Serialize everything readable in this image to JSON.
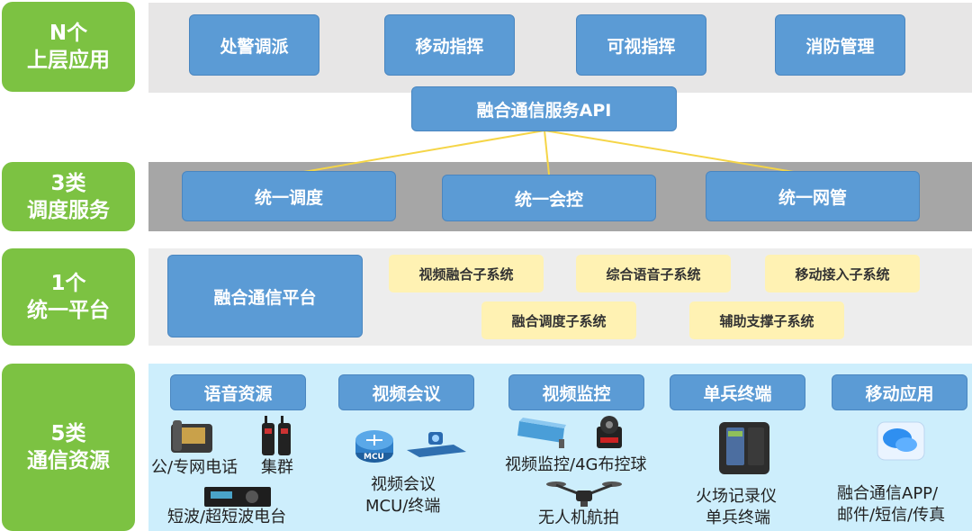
{
  "layers": [
    {
      "line1": "N个",
      "line2": "上层应用"
    },
    {
      "line1": "3类",
      "line2": "调度服务"
    },
    {
      "line1": "1个",
      "line2": "统一平台"
    },
    {
      "line1": "5类",
      "line2": "通信资源"
    }
  ],
  "apps": [
    "处警调派",
    "移动指挥",
    "可视指挥",
    "消防管理"
  ],
  "api": "融合通信服务API",
  "services": [
    "统一调度",
    "统一会控",
    "统一网管"
  ],
  "platform": {
    "main": "融合通信平台",
    "subsystems": [
      "视频融合子系统",
      "综合语音子系统",
      "移动接入子系统",
      "融合调度子系统",
      "辅助支撑子系统"
    ]
  },
  "resources": [
    {
      "title": "语音资源",
      "captions": [
        "公/专网电话",
        "集群",
        "短波/超短波电台"
      ]
    },
    {
      "title": "视频会议",
      "captions": [
        "视频会议",
        "MCU/终端",
        "MCU"
      ]
    },
    {
      "title": "视频监控",
      "captions": [
        "视频监控/4G布控球",
        "无人机航拍"
      ]
    },
    {
      "title": "单兵终端",
      "captions": [
        "火场记录仪",
        "单兵终端"
      ]
    },
    {
      "title": "移动应用",
      "captions": [
        "融合通信APP/",
        "邮件/短信/传真"
      ]
    }
  ],
  "colors": {
    "green": "#7cc242",
    "blue": "#5b9bd5",
    "yellow": "#fff2b3",
    "gray": "#e7e6e6",
    "darkgray": "#a6a6a6",
    "lightblue": "#cdeefc",
    "line": "#f5d547"
  }
}
